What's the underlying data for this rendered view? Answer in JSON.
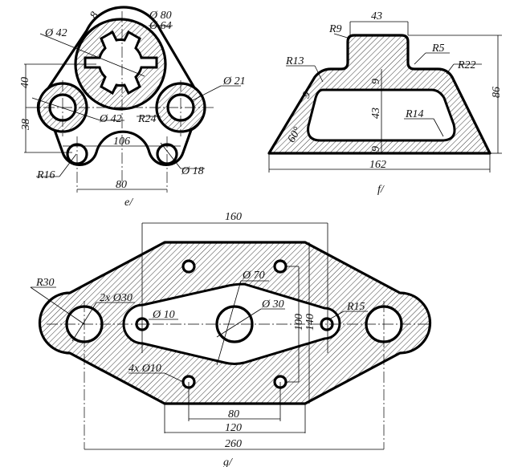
{
  "drawings": {
    "e": {
      "caption": "e/",
      "dims": {
        "d80": "Ø 80",
        "d64": "Ø 64",
        "d42_top": "Ø 42",
        "w8": "8",
        "d21": "Ø 21",
        "h40": "40",
        "h38": "38",
        "d42_mid": "Ø 42",
        "r24": "R24",
        "w106": "106",
        "r16": "R16",
        "d18": "Ø 18",
        "w80": "80"
      }
    },
    "f": {
      "caption": "f/",
      "dims": {
        "w43": "43",
        "r9": "R9",
        "r5": "R5",
        "r13": "R13",
        "r22": "R22",
        "t9_top": "9",
        "t9_bot": "9",
        "h43": "43",
        "t9_side": "9",
        "r14": "R14",
        "a60": "60°",
        "h86": "86",
        "w162": "162"
      }
    },
    "g": {
      "caption": "g/",
      "dims": {
        "w160": "160",
        "r30": "R30",
        "d30x2": "2x Ø30",
        "d70": "Ø 70",
        "d10": "Ø 10",
        "d30": "Ø 30",
        "r15": "R15",
        "h100": "100",
        "h140": "140",
        "d10x4": "4x Ø10",
        "w80": "80",
        "w120": "120",
        "w260": "260"
      }
    }
  }
}
